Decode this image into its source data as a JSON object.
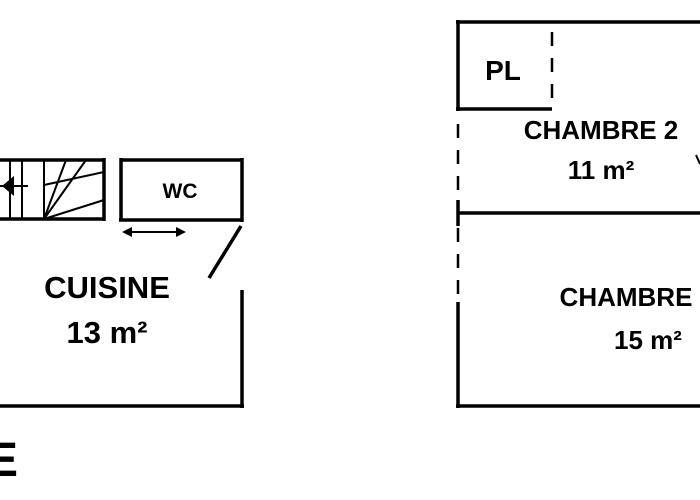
{
  "plan_left": {
    "kitchen": {
      "name": "CUISINE",
      "area": "13 m²"
    },
    "wc": {
      "name": "WC"
    },
    "edge_letter": "E"
  },
  "plan_right": {
    "closet": {
      "name": "PL"
    },
    "bedroom_2": {
      "name": "CHAMBRE 2",
      "area": "11 m²"
    },
    "bedroom_1": {
      "name": "CHAMBRE",
      "area": "15 m²"
    }
  }
}
